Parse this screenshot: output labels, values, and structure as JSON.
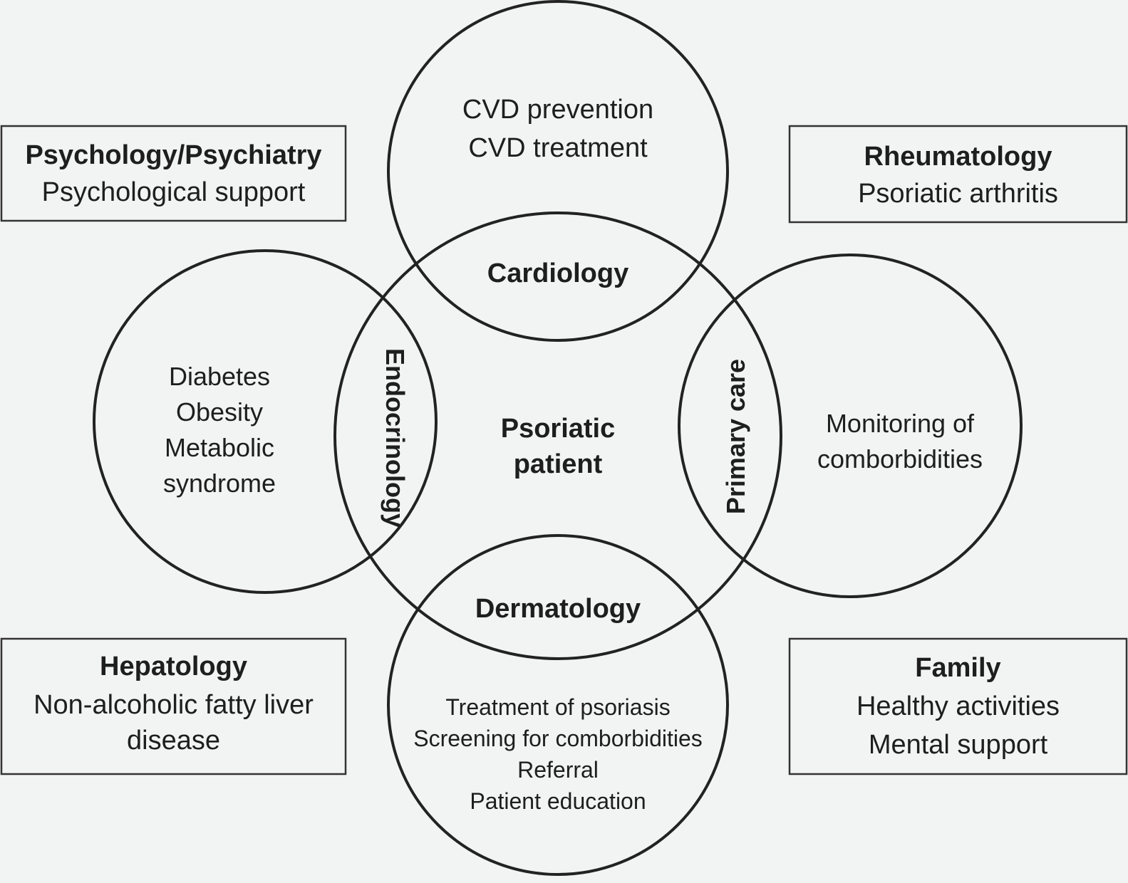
{
  "circles": {
    "center": {
      "label_line1": "Psoriatic",
      "label_line2": "patient"
    },
    "top": {
      "label": "Cardiology",
      "items": [
        "CVD prevention",
        "CVD treatment"
      ]
    },
    "left": {
      "label": "Endocrinology",
      "items": [
        "Diabetes",
        "Obesity",
        "Metabolic",
        "syndrome"
      ]
    },
    "right": {
      "label": "Primary care",
      "items": [
        "Monitoring of",
        "comborbidities"
      ]
    },
    "bottom": {
      "label": "Dermatology",
      "items": [
        "Treatment of psoriasis",
        "Screening for comborbidities",
        "Referral",
        "Patient education"
      ]
    }
  },
  "boxes": {
    "top_left": {
      "title": "Psychology/Psychiatry",
      "lines": [
        "Psychological support"
      ]
    },
    "top_right": {
      "title": "Rheumatology",
      "lines": [
        "Psoriatic arthritis"
      ]
    },
    "bottom_left": {
      "title": "Hepatology",
      "lines": [
        "Non-alcoholic fatty liver",
        "disease"
      ]
    },
    "bottom_right": {
      "title": "Family",
      "lines": [
        "Healthy activities",
        "Mental support"
      ]
    }
  }
}
